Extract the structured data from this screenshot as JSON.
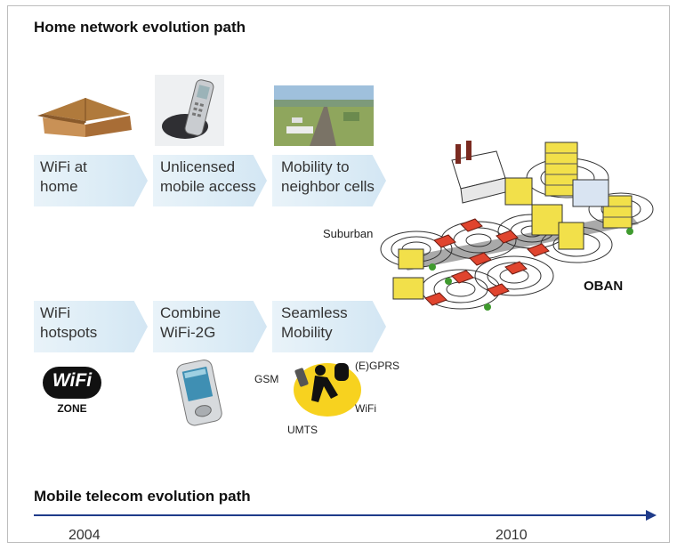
{
  "home_path": {
    "title": "Home network evolution path",
    "steps": [
      {
        "line1": "WiFi at",
        "line2": "home"
      },
      {
        "line1": "Unlicensed",
        "line2": "mobile access"
      },
      {
        "line1": "Mobility to",
        "line2": "neighbor cells"
      }
    ]
  },
  "mobile_path": {
    "title": "Mobile telecom evolution path",
    "steps": [
      {
        "line1": "WiFi",
        "line2": "hotspots"
      },
      {
        "line1": "Combine",
        "line2": "WiFi-2G"
      },
      {
        "line1": "Seamless",
        "line2": "Mobility"
      }
    ]
  },
  "wifi_logo": {
    "text": "WiFi",
    "zone": "ZONE"
  },
  "mobility_labels": {
    "gsm": "GSM",
    "egprs": "(E)GPRS",
    "wifi": "WiFi",
    "umts": "UMTS"
  },
  "city": {
    "suburban_label": "Suburban",
    "oban_label": "OBAN"
  },
  "timeline": {
    "start_year": "2004",
    "end_year": "2010"
  },
  "colors": {
    "accent": "#1f3b8a",
    "chevron": "#dcecf6",
    "roof": "#e0442e",
    "building": "#f2e04a"
  }
}
